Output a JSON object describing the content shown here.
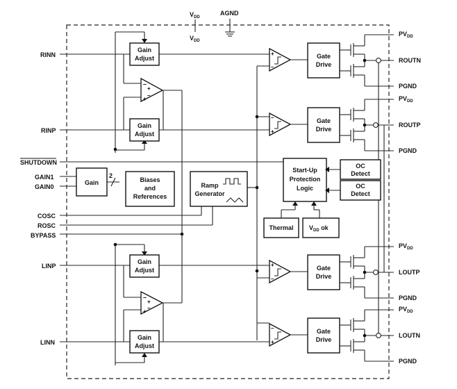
{
  "supply": {
    "vdd": "V",
    "vdd_sub": "DD",
    "vdd2": "V",
    "vdd2_sub": "DD",
    "agnd": "AGND"
  },
  "pins_left": {
    "rinn": "RINN",
    "rinp": "RINP",
    "shutdown": "SHUTDOWN",
    "gain1": "GAIN1",
    "gain0": "GAIN0",
    "cosc": "COSC",
    "rosc": "ROSC",
    "bypass": "BYPASS",
    "linp": "LINP",
    "linn": "LINN"
  },
  "pins_right": {
    "pvdd": "PV",
    "pvdd_sub": "DD",
    "pgnd": "PGND",
    "routn": "ROUTN",
    "routp": "ROUTP",
    "loutp": "LOUTP",
    "loutn": "LOUTN"
  },
  "blocks": {
    "gain_adjust_1": "Gain",
    "gain_adjust_2": "Adjust",
    "gate_drive_1": "Gate",
    "gate_drive_2": "Drive",
    "gain": "Gain",
    "gain_bus_width": "2",
    "biases_1": "Biases",
    "biases_2": "and",
    "biases_3": "References",
    "ramp_1": "Ramp",
    "ramp_2": "Generator",
    "startup_1": "Start-Up",
    "startup_2": "Protection",
    "startup_3": "Logic",
    "oc_1": "OC",
    "oc_2": "Detect",
    "thermal": "Thermal",
    "vddok_v": "V",
    "vddok_sub": "DD",
    "vddok_rest": " ok"
  }
}
